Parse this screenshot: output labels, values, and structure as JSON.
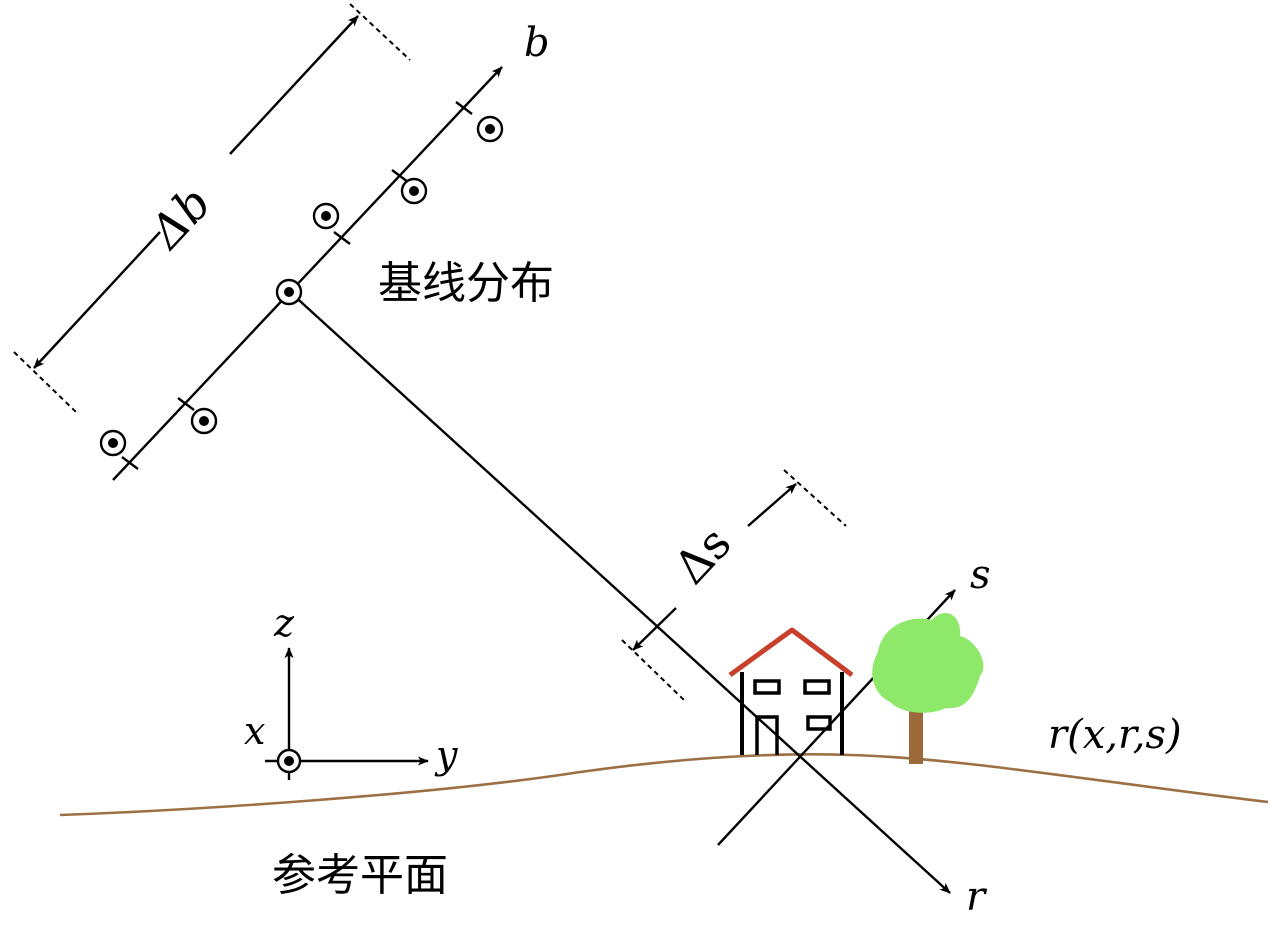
{
  "labels": {
    "baseline_axis": "b",
    "baseline_spread": "Δb",
    "baseline_distribution": "基线分布",
    "elevation_axis": "s",
    "elevation_spread": "Δs",
    "range_axis": "r",
    "target_function": "r(x,r,s)",
    "axis_x": "x",
    "axis_y": "y",
    "axis_z": "z",
    "reference_plane": "参考平面"
  },
  "colors": {
    "line": "#000000",
    "ground": "#9c7044",
    "roof": "#c8402a",
    "foliage": "#8ee86a",
    "trunk": "#9c6a3a"
  },
  "icons": {
    "satellite": "circled-dot-icon",
    "house": "house-icon",
    "tree": "tree-icon"
  }
}
